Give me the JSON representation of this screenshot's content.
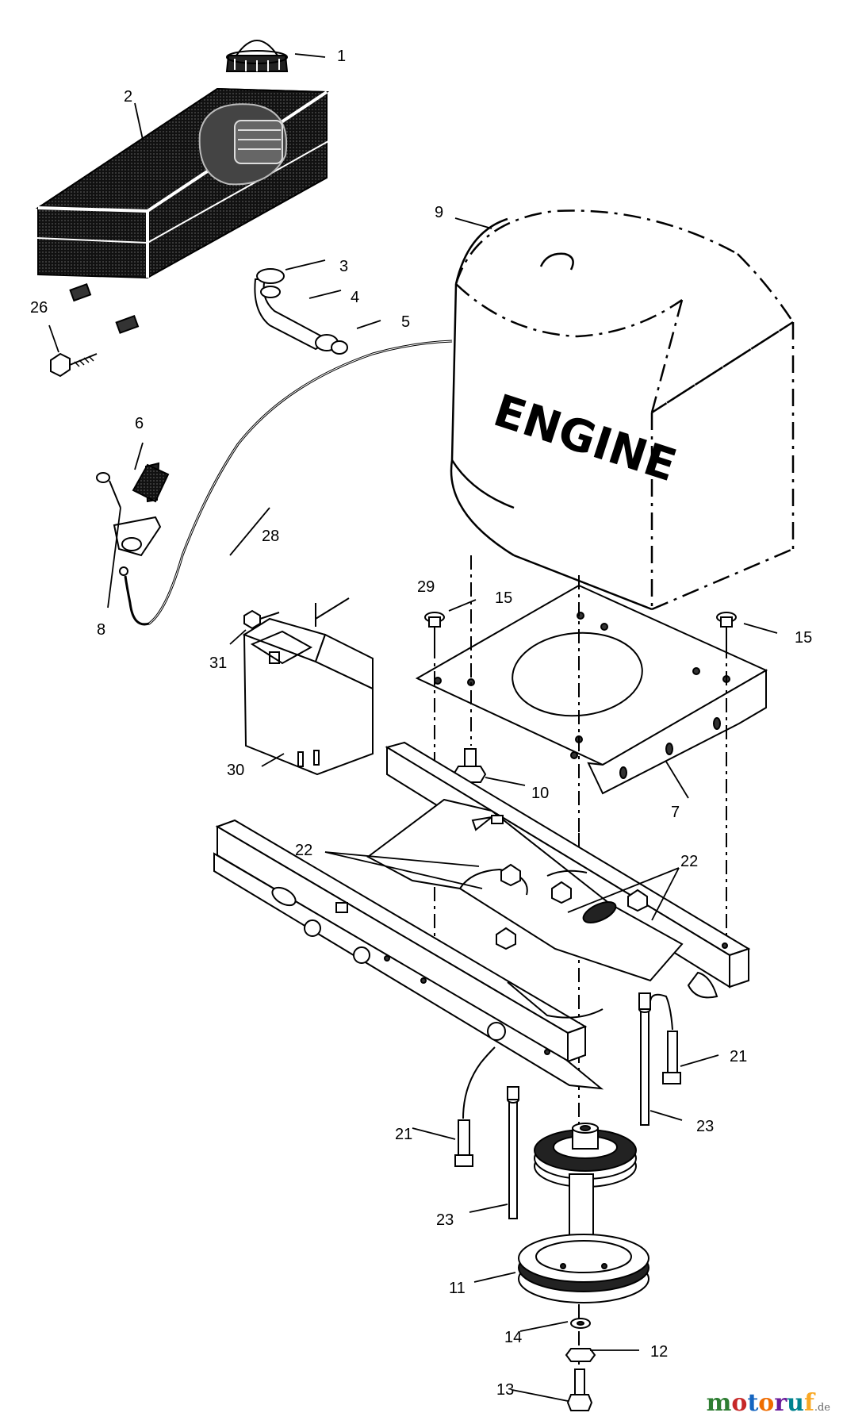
{
  "diagram": {
    "engine_label": "ENGINE",
    "callouts": {
      "c1": "1",
      "c2": "2",
      "c3": "3",
      "c4": "4",
      "c5": "5",
      "c6": "6",
      "c7": "7",
      "c8": "8",
      "c9": "9",
      "c10": "10",
      "c11": "11",
      "c12": "12",
      "c13": "13",
      "c14": "14",
      "c15a": "15",
      "c15b": "15",
      "c21a": "21",
      "c21b": "21",
      "c22a": "22",
      "c22b": "22",
      "c23a": "23",
      "c23b": "23",
      "c26": "26",
      "c28": "28",
      "c29": "29",
      "c30": "30",
      "c31": "31"
    }
  },
  "watermark": {
    "letters": [
      "m",
      "o",
      "t",
      "o",
      "r",
      "u",
      "f"
    ],
    "letter_colors": [
      "#2e7d32",
      "#c62828",
      "#1565c0",
      "#ef6c00",
      "#6a1b9a",
      "#00838f",
      "#f9a825"
    ],
    "suffix": ".de"
  }
}
